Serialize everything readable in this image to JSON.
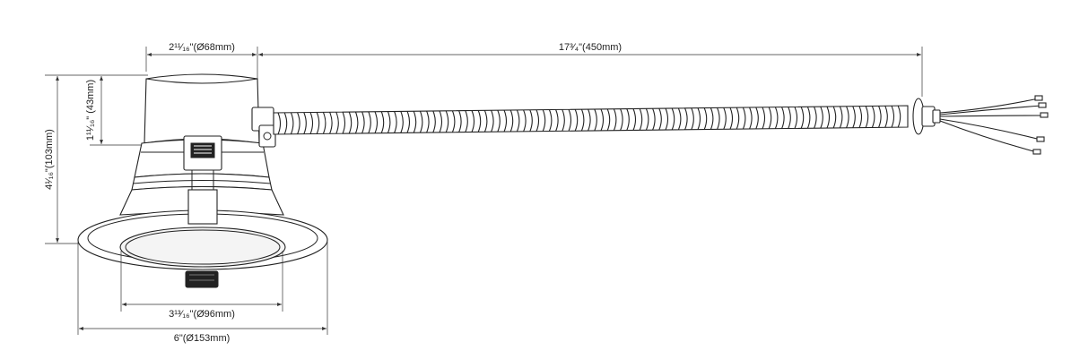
{
  "dimensions": {
    "can_diameter": "2¹¹⁄₁₆\"(Ø68mm)",
    "cable_length": "17³⁄₄\"(450mm)",
    "overall_height": "4¹⁄₁₆\"(103mm)",
    "can_height": "1¹¹⁄₁₆\" (43mm)",
    "lens_diameter": "3¹³⁄₁₆\"(Ø96mm)",
    "trim_diameter": "6\"(Ø153mm)"
  },
  "colors": {
    "line": "#222222",
    "background": "#ffffff"
  }
}
